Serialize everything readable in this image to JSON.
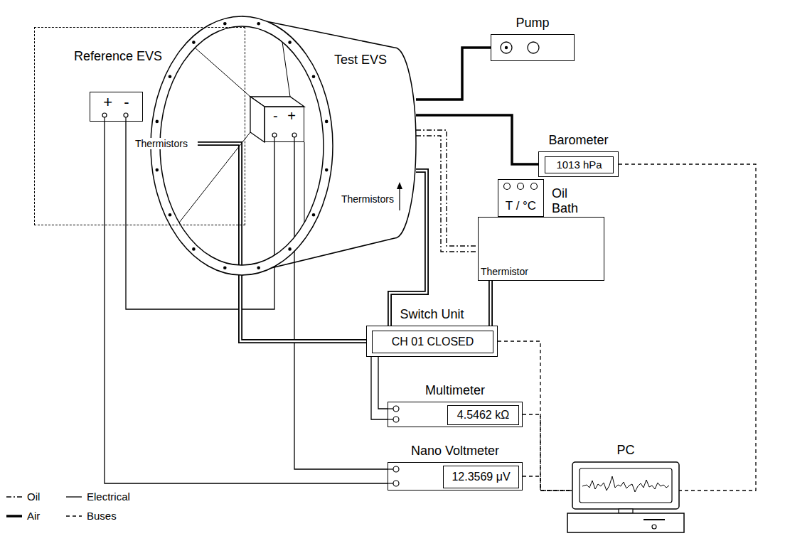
{
  "diagram": {
    "nodes": [
      {
        "text": [
          "Reference EVS"
        ]
      },
      {
        "text": [
          "+ -"
        ],
        "in": 0
      },
      {
        "text": [
          "Test EVS"
        ]
      },
      {
        "text": [
          "- +"
        ],
        "in": 2
      },
      {
        "text": [
          "Pump"
        ]
      },
      {
        "text": [
          "Barometer"
        ]
      },
      {
        "text": [
          "1013 hPa"
        ],
        "in": 5
      },
      {
        "text": [
          "T / °C"
        ]
      },
      {
        "text": [
          "Oil Bath"
        ]
      },
      {
        "text": [
          "Switch Unit"
        ]
      },
      {
        "text": [
          "CH 01 CLOSED"
        ],
        "in": 9
      },
      {
        "text": [
          "Multimeter"
        ]
      },
      {
        "text": [
          "4.5462 kΩ"
        ],
        "in": 11
      },
      {
        "text": [
          "Nano Voltmeter"
        ]
      },
      {
        "text": [
          "12.3569 μV"
        ],
        "in": 13
      },
      {
        "text": [
          "PC"
        ]
      }
    ],
    "edges": [
      {
        "from": 1,
        "to": 13,
        "arrow": "none"
      },
      {
        "from": 1,
        "to": 3,
        "arrow": "none"
      },
      {
        "from": 3,
        "to": 13,
        "arrow": "none"
      },
      {
        "from": 0,
        "to": 9,
        "arrow": "none"
      },
      {
        "from": 2,
        "to": 9,
        "arrow": "none"
      },
      {
        "from": 8,
        "to": 9,
        "arrow": "none"
      },
      {
        "from": 2,
        "to": 4,
        "arrow": "none"
      },
      {
        "from": 2,
        "to": 5,
        "arrow": "none"
      },
      {
        "from": 2,
        "to": 8,
        "arrow": "none"
      },
      {
        "from": 9,
        "to": 11,
        "arrow": "none"
      },
      {
        "from": 9,
        "to": 15,
        "arrow": "none"
      },
      {
        "from": 11,
        "to": 15,
        "arrow": "none"
      },
      {
        "from": 13,
        "to": 15,
        "arrow": "none"
      },
      {
        "from": 5,
        "to": 15,
        "arrow": "none"
      }
    ],
    "labels": [
      "Thermistors",
      "Thermistors",
      "Thermistor"
    ],
    "legend": [
      {
        "text": "Oil"
      },
      {
        "text": "Electrical"
      },
      {
        "text": "Air"
      },
      {
        "text": "Buses"
      }
    ]
  }
}
